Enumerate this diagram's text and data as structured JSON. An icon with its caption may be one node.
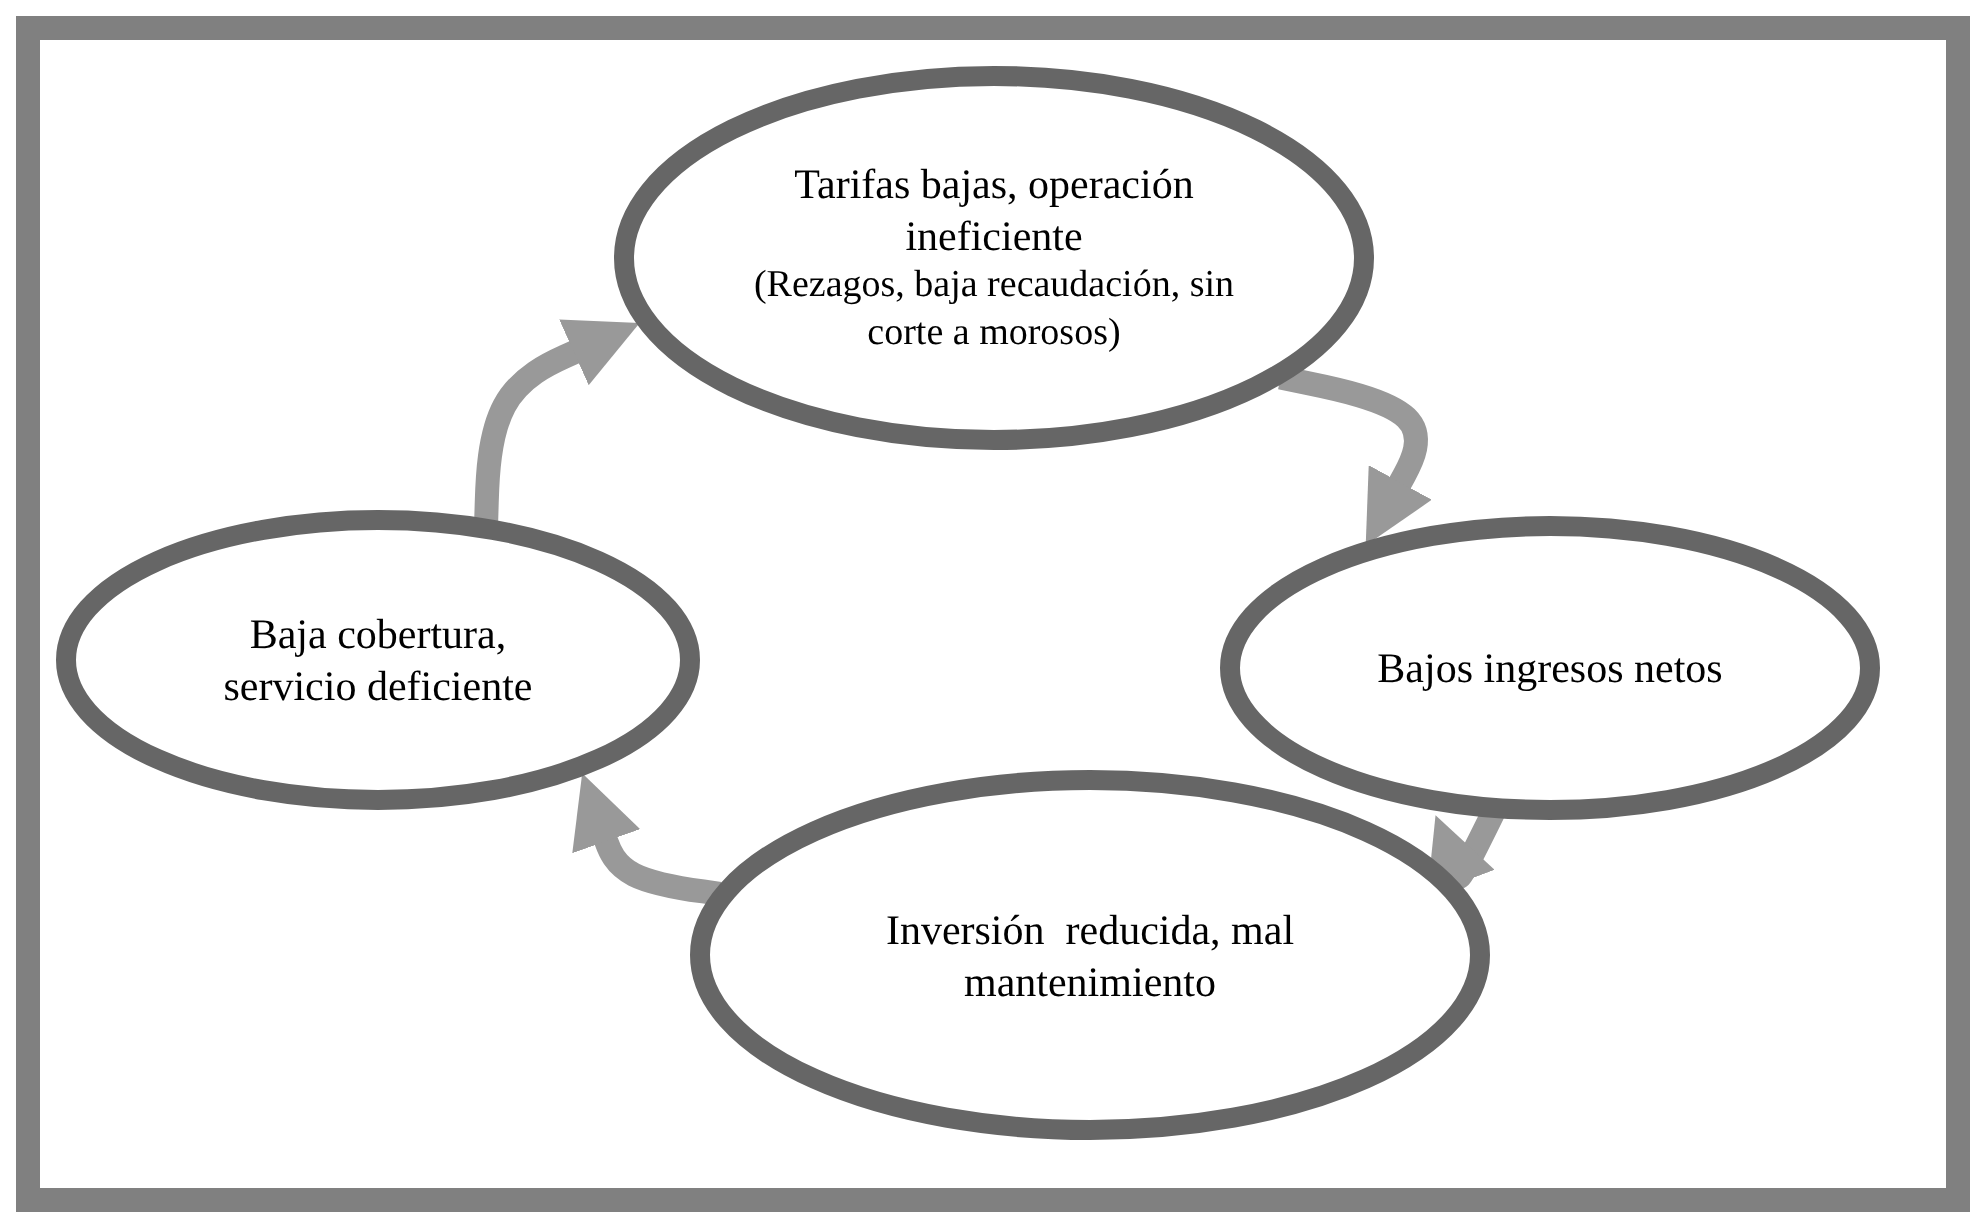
{
  "diagram": {
    "nodes": [
      {
        "text": [
          "Tarifas bajas, operación ineficiente",
          "(Rezagos, baja recaudación, sin corte a morosos)"
        ]
      },
      {
        "text": [
          "Bajos ingresos netos"
        ]
      },
      {
        "text": [
          "Inversión  reducida, mal mantenimiento"
        ]
      },
      {
        "text": [
          "Baja cobertura, servicio deficiente"
        ]
      }
    ],
    "edges": [
      {
        "from": 0,
        "to": 1,
        "arrow": "to"
      },
      {
        "from": 1,
        "to": 2,
        "arrow": "to"
      },
      {
        "from": 2,
        "to": 3,
        "arrow": "to"
      },
      {
        "from": 3,
        "to": 0,
        "arrow": "to"
      }
    ]
  }
}
